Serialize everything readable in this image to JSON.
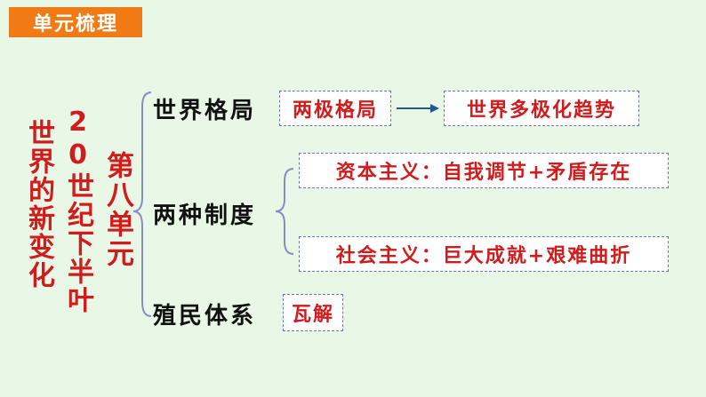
{
  "header": {
    "title": "单元梳理"
  },
  "titles": {
    "left": "世界的新变化",
    "middle": "20世纪下半叶",
    "unit": "第八单元"
  },
  "branches": {
    "world_pattern": {
      "label": "世界格局",
      "from": "两极格局",
      "to": "世界多极化趋势"
    },
    "two_systems": {
      "label": "两种制度",
      "capitalism": "资本主义：自我调节+矛盾存在",
      "socialism": "社会主义：巨大成就+艰难曲折"
    },
    "colonial": {
      "label": "殖民体系",
      "result": "瓦解"
    }
  },
  "colors": {
    "header_bg": "#f07a14",
    "accent_red": "#d01c1c",
    "background": "#e9f8e6",
    "line": "#6b73b5"
  }
}
